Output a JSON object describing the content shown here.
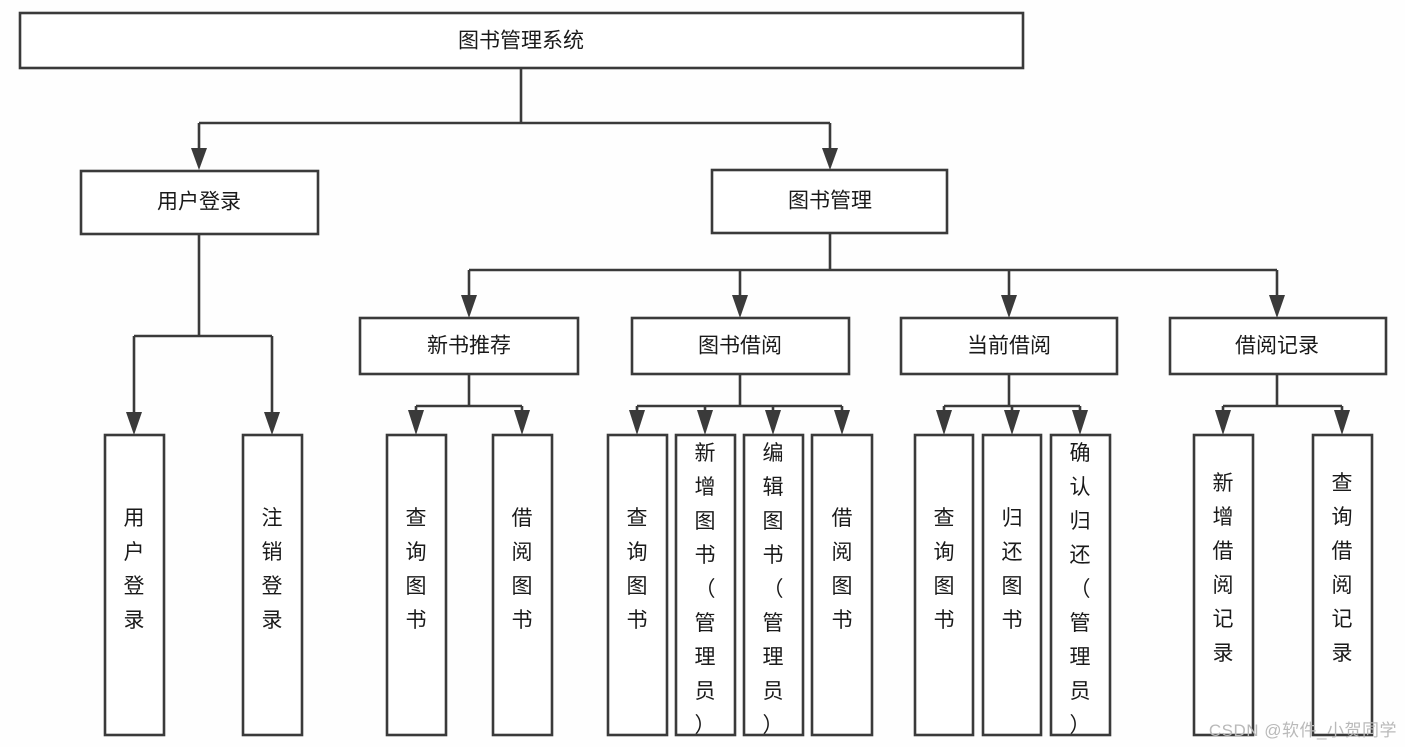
{
  "diagram": {
    "type": "tree",
    "title": "图书管理系统",
    "orientation": "top-down",
    "colors": {
      "background": "#fefefe",
      "box_fill": "#ffffff",
      "line": "#3a3a3a",
      "text": "#1a1a1a",
      "watermark": "#b9b9b9"
    },
    "levels": 3
  },
  "root": {
    "label": "图书管理系统"
  },
  "level2": [
    {
      "label": "用户登录"
    },
    {
      "label": "图书管理"
    }
  ],
  "level3": [
    {
      "label": "新书推荐"
    },
    {
      "label": "图书借阅"
    },
    {
      "label": "当前借阅"
    },
    {
      "label": "借阅记录"
    }
  ],
  "leaves": {
    "user_login": [
      {
        "label": "用户登录"
      },
      {
        "label": "注销登录"
      }
    ],
    "new_book_recommend": [
      {
        "label": "查询图书"
      },
      {
        "label": "借阅图书"
      }
    ],
    "book_borrow": [
      {
        "label": "查询图书"
      },
      {
        "label": "新增图书（管理员）"
      },
      {
        "label": "编辑图书（管理员）"
      },
      {
        "label": "借阅图书"
      }
    ],
    "current_borrow": [
      {
        "label": "查询图书"
      },
      {
        "label": "归还图书"
      },
      {
        "label": "确认归还（管理员）"
      }
    ],
    "borrow_record": [
      {
        "label": "新增借阅记录"
      },
      {
        "label": "查询借阅记录"
      }
    ]
  },
  "watermark": {
    "text": "CSDN @软件_小贺同学"
  }
}
